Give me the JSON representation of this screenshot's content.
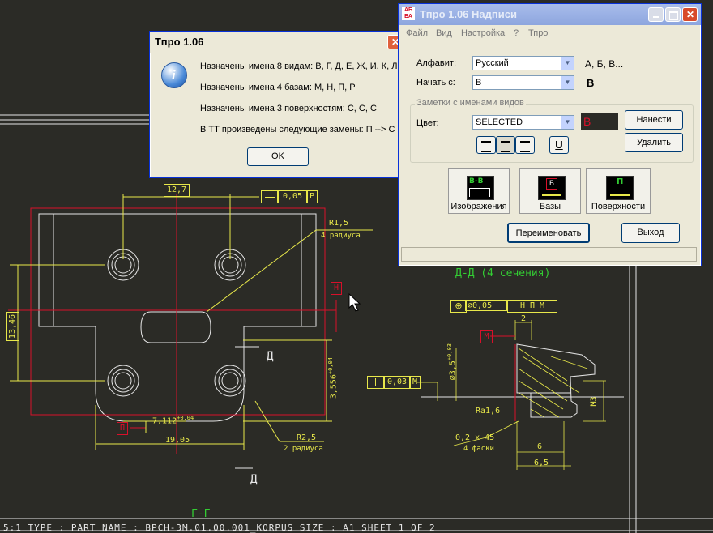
{
  "drawing": {
    "dim_top": "12,7",
    "flatness": "0,05",
    "flatness_datum": "P",
    "radius_top": "R1,5",
    "radius_top_note": "4 радиуса",
    "datum_h": "Н",
    "dim_left": "13,46",
    "dim_right": "3,556",
    "dim_right_tol": "+0,04",
    "section_mark_top": "Д",
    "section_mark_bottom": "Д",
    "datum_p": "П",
    "dim_bottom_small": "7,112",
    "dim_bottom_small_tol": "+0,04",
    "dim_bottom": "19,05",
    "radius_bottom": "R2,5",
    "radius_bottom_note": "2 радиуса",
    "section_title": "Д-Д (4 сечения)",
    "position_tol": "⌀0,05",
    "position_refs": "Н П М",
    "datum_m": "М",
    "dim_2": "2",
    "dim_dia": "⌀3,5",
    "dim_dia_tol": "+0,03",
    "perp_tol": "0,03",
    "perp_datum": "М",
    "roughness": "Ra1,6",
    "chamfer": "0,2 x 45",
    "chamfer_note": "4 фаски",
    "dim_6": "6",
    "dim_65": "6,5",
    "thread": "М3",
    "view_title": "Г-Г",
    "title_block": "5:1    TYPE : PART  NAME : BPCH-3M.01.00.001_KORPUS  SIZE : A1  SHEET 1 OF 2"
  },
  "message_box": {
    "title": "Тпро 1.06",
    "line1": "Назначены имена 8 видам: В, Г, Д, Е, Ж, И, К, Л",
    "line2": "Назначены имена 4 базам: М, Н, П, Р",
    "line3": "Назначены имена 3 поверхностям: С, С, С",
    "line4": "В ТТ произведены следующие замены: П --> С",
    "ok": "OK"
  },
  "dialog": {
    "title": "Тпро 1.06 Надписи",
    "logo": "АБ БА",
    "menu": [
      "Файл",
      "Вид",
      "Настройка",
      "?",
      "Тпро"
    ],
    "alphabet_label": "Алфавит:",
    "alphabet_value": "Русский",
    "alphabet_sample": "А, Б, В...",
    "start_label": "Начать с:",
    "start_value": "В",
    "start_sample": "В",
    "group_label": "Заметки с именами видов",
    "color_label": "Цвет:",
    "color_value": "SELECTED",
    "color_sample": "В",
    "apply_button": "Нанести",
    "delete_button": "Удалить",
    "underline_button": "U",
    "images_button": "Изображения",
    "images_icon": "В-В",
    "bases_button": "Базы",
    "bases_icon": "Б",
    "surfaces_button": "Поверхности",
    "surfaces_icon": "П",
    "rename_button": "Переименовать",
    "exit_button": "Выход"
  },
  "colors": {
    "cad_bg": "#2b2b26",
    "cad_yellow": "#e8e84a",
    "cad_green": "#33cc33",
    "cad_red": "#d8102a",
    "cad_white": "#e6e6e6"
  }
}
